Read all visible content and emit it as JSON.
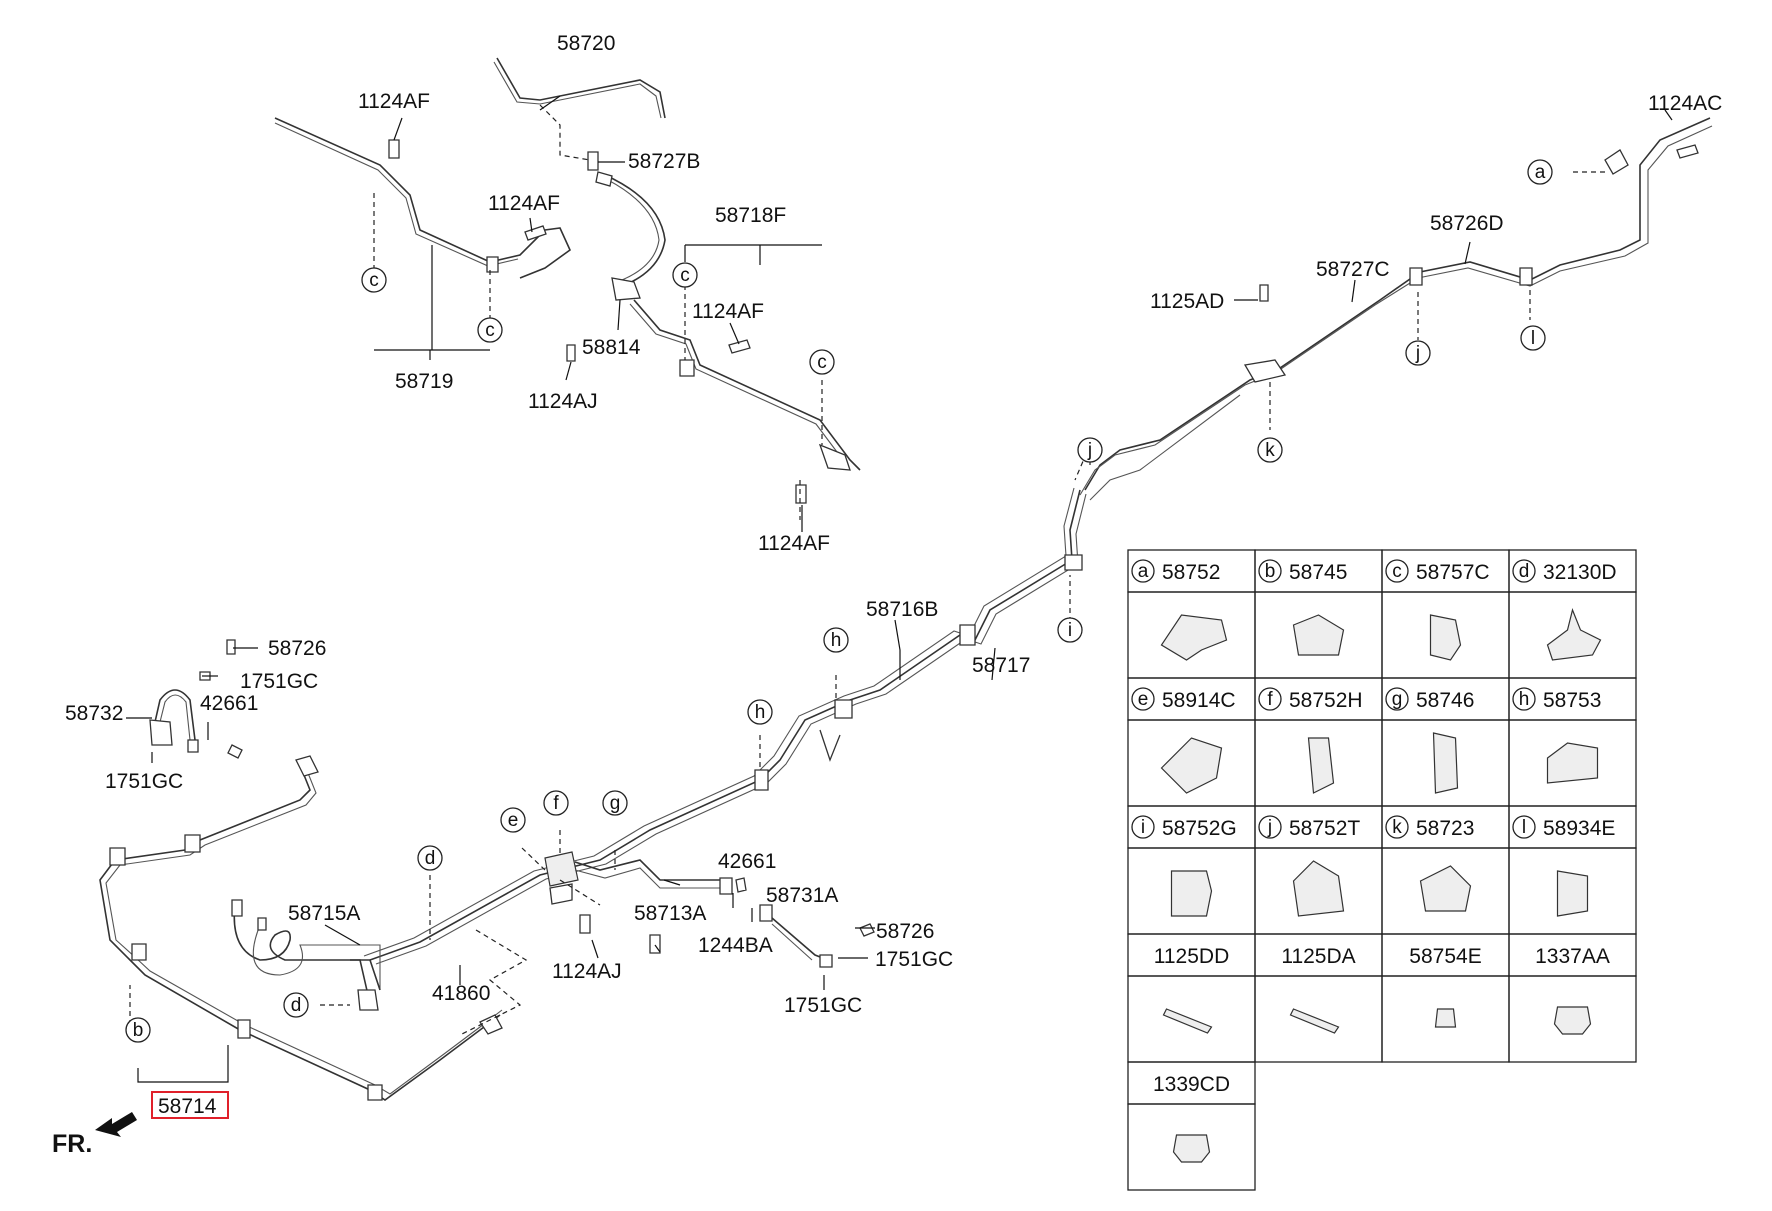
{
  "parts": {
    "p58720": "58720",
    "p58727B": "58727B",
    "p1124AF_1": "1124AF",
    "p1124AF_2": "1124AF",
    "p1124AF_3": "1124AF",
    "p1124AF_4": "1124AF",
    "p58718F": "58718F",
    "p58719": "58719",
    "p58814": "58814",
    "p1124AJ_1": "1124AJ",
    "p1124AC": "1124AC",
    "p58726D": "58726D",
    "p58727C": "58727C",
    "p1125AD": "1125AD",
    "p58716B": "58716B",
    "p58717": "58717",
    "p58726_1": "58726",
    "p1751GC_1": "1751GC",
    "p58732": "58732",
    "p42661_1": "42661",
    "p1751GC_2": "1751GC",
    "p58715A": "58715A",
    "p58713A": "58713A",
    "p42661_2": "42661",
    "p58731A": "58731A",
    "p58726_2": "58726",
    "p1244BA": "1244BA",
    "p1124AJ_2": "1124AJ",
    "p1751GC_3": "1751GC",
    "p1751GC_4": "1751GC",
    "p41860": "41860",
    "p58714": "58714",
    "fr": "FR."
  },
  "callouts": [
    "a",
    "b",
    "c",
    "d",
    "e",
    "f",
    "g",
    "h",
    "i",
    "j",
    "k",
    "l"
  ],
  "legend": {
    "rows": [
      [
        {
          "key": "a",
          "part": "58752"
        },
        {
          "key": "b",
          "part": "58745"
        },
        {
          "key": "c",
          "part": "58757C"
        },
        {
          "key": "d",
          "part": "32130D"
        }
      ],
      [
        {
          "key": "e",
          "part": "58914C"
        },
        {
          "key": "f",
          "part": "58752H"
        },
        {
          "key": "g",
          "part": "58746"
        },
        {
          "key": "h",
          "part": "58753"
        }
      ],
      [
        {
          "key": "i",
          "part": "58752G"
        },
        {
          "key": "j",
          "part": "58752T"
        },
        {
          "key": "k",
          "part": "58723"
        },
        {
          "key": "l",
          "part": "58934E"
        }
      ],
      [
        {
          "key": "",
          "part": "1125DD"
        },
        {
          "key": "",
          "part": "1125DA"
        },
        {
          "key": "",
          "part": "58754E"
        },
        {
          "key": "",
          "part": "1337AA"
        }
      ],
      [
        {
          "key": "",
          "part": "1339CD"
        }
      ]
    ]
  },
  "colors": {
    "highlight": "#e0202a",
    "line": "#333333"
  }
}
